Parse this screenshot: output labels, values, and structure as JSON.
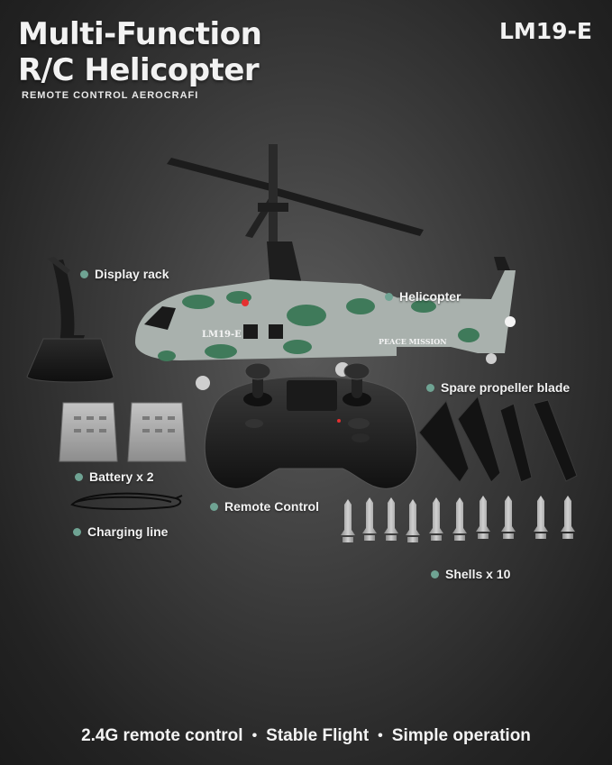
{
  "header": {
    "title_line1": "Multi-Function",
    "title_line2": "R/C Helicopter",
    "subtitle": "REMOTE CONTROL AEROCRAFI",
    "model": "LM19-E"
  },
  "helicopter": {
    "side_marking": "LM19-E",
    "tail_marking": "PEACE MISSION"
  },
  "labels": {
    "display_rack": "Display rack",
    "helicopter": "Helicopter",
    "spare_blade": "Spare propeller blade",
    "battery": "Battery x 2",
    "remote": "Remote Control",
    "charging": "Charging line",
    "shells": "Shells x 10"
  },
  "footer": {
    "items": [
      "2.4G remote control",
      "Stable Flight",
      "Simple operation"
    ],
    "separator": "•"
  },
  "colors": {
    "accent_dot": "#6fa393",
    "camo_light": "#a9b1ad",
    "camo_dark": "#3f7a5a"
  }
}
